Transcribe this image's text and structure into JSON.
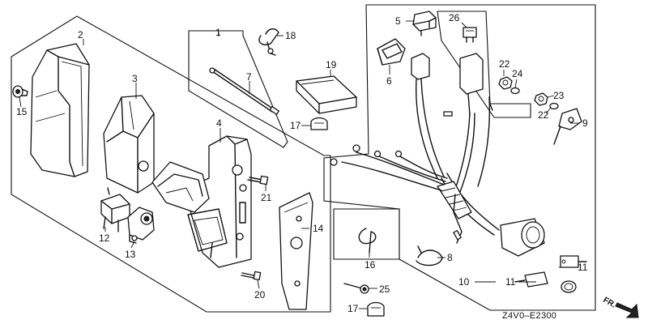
{
  "diagram_code": "Z4V0–E2300",
  "front_marker": "FR.",
  "callouts": {
    "c1": "1",
    "c2": "2",
    "c3": "3",
    "c4": "4",
    "c5": "5",
    "c6": "6",
    "c7": "7",
    "c8": "8",
    "c9": "9",
    "c10": "10",
    "c11a": "11",
    "c11b": "11",
    "c12": "12",
    "c13": "13",
    "c14": "14",
    "c15": "15",
    "c16": "16",
    "c17a": "17",
    "c17b": "17",
    "c18": "18",
    "c19": "19",
    "c20": "20",
    "c21": "21",
    "c22a": "22",
    "c22b": "22",
    "c23": "23",
    "c24": "24",
    "c25": "25",
    "c26": "26"
  }
}
